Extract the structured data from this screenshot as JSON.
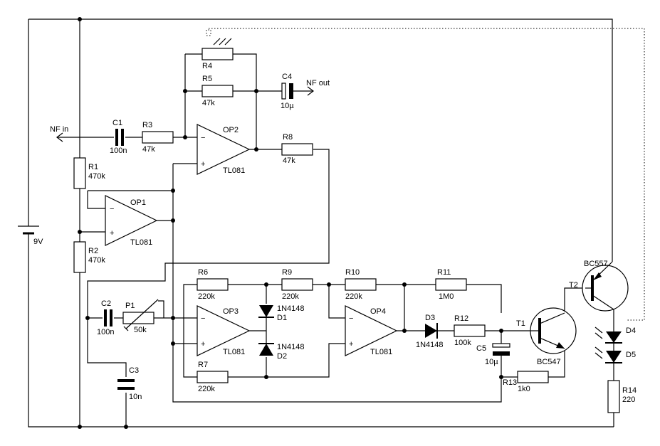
{
  "labels": {
    "nf_in": "NF in",
    "nf_out": "NF out",
    "battery": "9V",
    "c1": "C1",
    "c1_val": "100n",
    "r3": "R3",
    "r3_val": "47k",
    "r4": "R4",
    "r5": "R5",
    "r5_val": "47k",
    "c4": "C4",
    "c4_val": "10µ",
    "op2": "OP2",
    "op2_type": "TL081",
    "r8": "R8",
    "r8_val": "47k",
    "r1": "R1",
    "r1_val": "470k",
    "r2": "R2",
    "r2_val": "470k",
    "op1": "OP1",
    "op1_type": "TL081",
    "c2": "C2",
    "c2_val": "100n",
    "p1": "P1",
    "p1_val": "50k",
    "c3": "C3",
    "c3_val": "10n",
    "r6": "R6",
    "r6_val": "220k",
    "r7": "R7",
    "r7_val": "220k",
    "op3": "OP3",
    "op3_type": "TL081",
    "d1": "D1",
    "d1_val": "1N4148",
    "d2": "D2",
    "d2_val": "1N4148",
    "r9": "R9",
    "r9_val": "220k",
    "r10": "R10",
    "r10_val": "220k",
    "op4": "OP4",
    "op4_type": "TL081",
    "r11": "R11",
    "r11_val": "1M0",
    "d3": "D3",
    "d3_val": "1N4148",
    "r12": "R12",
    "r12_val": "100k",
    "c5": "C5",
    "c5_val": "10µ",
    "r13": "R13",
    "r13_val": "1k0",
    "t1": "T1",
    "t1_type": "BC547",
    "t2": "T2",
    "t2_type": "BC557",
    "d4": "D4",
    "d5": "D5",
    "r14": "R14",
    "r14_val": "220",
    "minus": "−",
    "plus": "+"
  }
}
